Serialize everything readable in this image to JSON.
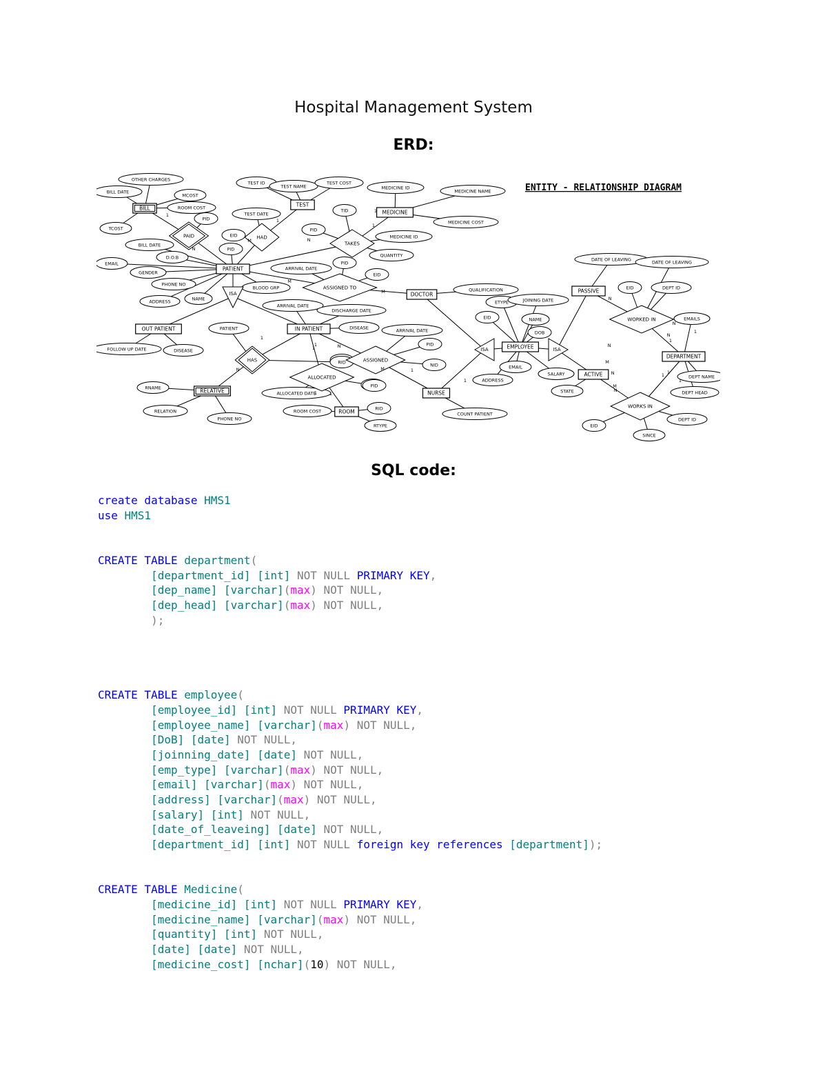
{
  "document": {
    "title": "Hospital Management System",
    "erd_heading": "ERD:",
    "sql_heading": "SQL code:"
  },
  "erd": {
    "diagram_title": "ENTITY - RELATIONSHIP DIAGRAM",
    "entities": [
      {
        "id": "bill",
        "label": "BILL",
        "weak": true
      },
      {
        "id": "test",
        "label": "TEST",
        "weak": false
      },
      {
        "id": "medicine",
        "label": "MEDICINE",
        "weak": false
      },
      {
        "id": "patient",
        "label": "PATIENT",
        "weak": false
      },
      {
        "id": "doctor",
        "label": "DOCTOR",
        "weak": false
      },
      {
        "id": "passive",
        "label": "PASSIVE",
        "weak": false
      },
      {
        "id": "outpatient",
        "label": "OUT PATIENT",
        "weak": false
      },
      {
        "id": "inpatient",
        "label": "IN PATIENT",
        "weak": false
      },
      {
        "id": "employee",
        "label": "EMPLOYEE",
        "weak": false
      },
      {
        "id": "department",
        "label": "DEPARTMENT",
        "weak": false
      },
      {
        "id": "active",
        "label": "ACTIVE",
        "weak": false
      },
      {
        "id": "relative",
        "label": "RELATIVE",
        "weak": true
      },
      {
        "id": "nurse",
        "label": "NURSE",
        "weak": false
      },
      {
        "id": "room",
        "label": "ROOM",
        "weak": false
      }
    ],
    "relationships": [
      {
        "id": "paid",
        "label": "PAID",
        "weak": true
      },
      {
        "id": "had",
        "label": "HAD",
        "weak": false
      },
      {
        "id": "takes",
        "label": "TAKES",
        "weak": false
      },
      {
        "id": "assignedto",
        "label": "ASSIGNED TO",
        "weak": false
      },
      {
        "id": "workedin",
        "label": "WORKED IN",
        "weak": false
      },
      {
        "id": "has",
        "label": "HAS",
        "weak": true
      },
      {
        "id": "assigned",
        "label": "ASSIGNED",
        "weak": false
      },
      {
        "id": "allocated",
        "label": "ALLOCATED",
        "weak": false
      },
      {
        "id": "worksin",
        "label": "WORKS IN",
        "weak": false
      }
    ],
    "isa": [
      {
        "id": "isa1",
        "label": "ISA"
      },
      {
        "id": "isa2",
        "label": "ISA"
      },
      {
        "id": "isa3",
        "label": "ISA"
      }
    ],
    "attributes": [
      {
        "id": "a_othercharges",
        "label": "OTHER CHARGES"
      },
      {
        "id": "a_billdate",
        "label": "BILL DATE"
      },
      {
        "id": "a_mcost",
        "label": "MCOST"
      },
      {
        "id": "a_roomcost",
        "label": "ROOM COST"
      },
      {
        "id": "a_pid1",
        "label": "PID"
      },
      {
        "id": "a_tcost",
        "label": "TCOST"
      },
      {
        "id": "a_billdate2",
        "label": "BILL DATE"
      },
      {
        "id": "a_testid",
        "label": "TEST ID"
      },
      {
        "id": "a_testname",
        "label": "TEST NAME"
      },
      {
        "id": "a_testcost",
        "label": "TEST COST"
      },
      {
        "id": "a_testdate",
        "label": "TEST DATE"
      },
      {
        "id": "a_medicineid",
        "label": "MEDICINE ID"
      },
      {
        "id": "a_medicinename",
        "label": "MEDICINE NAME"
      },
      {
        "id": "a_medicinecost",
        "label": "MEDICINE COST"
      },
      {
        "id": "a_pid2",
        "label": "PID"
      },
      {
        "id": "a_tid",
        "label": "TID"
      },
      {
        "id": "a_eid1",
        "label": "EID"
      },
      {
        "id": "a_pid3",
        "label": "PID"
      },
      {
        "id": "a_medicineid2",
        "label": "MEDICINE ID"
      },
      {
        "id": "a_quantity",
        "label": "QUANTITY"
      },
      {
        "id": "a_dob",
        "label": "D.O.B"
      },
      {
        "id": "a_email",
        "label": "EMAIL"
      },
      {
        "id": "a_gender",
        "label": "GENDER"
      },
      {
        "id": "a_phone",
        "label": "PHONE NO"
      },
      {
        "id": "a_address",
        "label": "ADDRESS"
      },
      {
        "id": "a_name",
        "label": "NAME"
      },
      {
        "id": "a_bloodgrp",
        "label": "BLOOD GRP"
      },
      {
        "id": "a_arrivaldate",
        "label": "ARRIVAL DATE"
      },
      {
        "id": "a_pid4",
        "label": "PID"
      },
      {
        "id": "a_eid2",
        "label": "EID"
      },
      {
        "id": "a_qualification",
        "label": "QUALIFICATION"
      },
      {
        "id": "a_dateleaving1",
        "label": "DATE OF LEAVING"
      },
      {
        "id": "a_dateleaving2",
        "label": "DATE OF LEAVING"
      },
      {
        "id": "a_eid3",
        "label": "EID"
      },
      {
        "id": "a_deptid1",
        "label": "DEPT ID"
      },
      {
        "id": "a_etype",
        "label": "ETYPE"
      },
      {
        "id": "a_joiningdate",
        "label": "JOINING DATE"
      },
      {
        "id": "a_eid4",
        "label": "EID"
      },
      {
        "id": "a_ename",
        "label": "NAME"
      },
      {
        "id": "a_edob",
        "label": "DOB"
      },
      {
        "id": "a_eemail",
        "label": "EMAIL"
      },
      {
        "id": "a_eaddress",
        "label": "ADDRESS"
      },
      {
        "id": "a_salary",
        "label": "SALARY"
      },
      {
        "id": "a_emails",
        "label": "EMAILS"
      },
      {
        "id": "a_arrivaldate2",
        "label": "ARRIVAL DATE"
      },
      {
        "id": "a_dischargedate",
        "label": "DISCHARGE DATE"
      },
      {
        "id": "a_disease1",
        "label": "DISEASE"
      },
      {
        "id": "a_patient",
        "label": "PATIENT"
      },
      {
        "id": "a_followup",
        "label": "FOLLOW UP DATE"
      },
      {
        "id": "a_disease2",
        "label": "DISEASE"
      },
      {
        "id": "a_pid5",
        "label": "PID"
      },
      {
        "id": "a_arrivaldate3",
        "label": "ARRIVAL DATE"
      },
      {
        "id": "a_pid6",
        "label": "PID"
      },
      {
        "id": "a_nid",
        "label": "NID"
      },
      {
        "id": "a_rid",
        "label": "RID"
      },
      {
        "id": "a_eid5",
        "label": "EID"
      },
      {
        "id": "a_pid7",
        "label": "PID"
      },
      {
        "id": "a_allocdate",
        "label": "ALLOCATED DATE"
      },
      {
        "id": "a_rname",
        "label": "RNAME"
      },
      {
        "id": "a_relation",
        "label": "RELATION"
      },
      {
        "id": "a_rphone",
        "label": "PHONE NO"
      },
      {
        "id": "a_roomcost2",
        "label": "ROOM COST"
      },
      {
        "id": "a_rid2",
        "label": "RID"
      },
      {
        "id": "a_rtype",
        "label": "RTYPE"
      },
      {
        "id": "a_countpatient",
        "label": "COUNT PATIENT"
      },
      {
        "id": "a_state",
        "label": "STATE"
      },
      {
        "id": "a_deptname",
        "label": "DEPT NAME"
      },
      {
        "id": "a_depthead",
        "label": "DEPT HEAD"
      },
      {
        "id": "a_eid6",
        "label": "EID"
      },
      {
        "id": "a_deptid2",
        "label": "DEPT ID"
      },
      {
        "id": "a_since",
        "label": "SINCE"
      }
    ],
    "cardinalities": [
      "1",
      "N",
      "1",
      "M",
      "1",
      "N",
      "1",
      "M",
      "M",
      "N",
      "1",
      "N",
      "1",
      "1",
      "N",
      "1",
      "N",
      "1",
      "1",
      "M",
      "1",
      "1",
      "N",
      "M",
      "N",
      "1",
      "M",
      "N",
      "1",
      "1",
      "N",
      "1"
    ]
  },
  "sql": {
    "lines": [
      [
        [
          "kw",
          "create database "
        ],
        [
          "id",
          "HMS1"
        ]
      ],
      [
        [
          "kw",
          "use "
        ],
        [
          "id",
          "HMS1"
        ]
      ],
      [],
      [],
      [
        [
          "kw",
          "CREATE TABLE "
        ],
        [
          "id",
          "department"
        ],
        [
          "op",
          "("
        ]
      ],
      [
        [
          "op",
          "        "
        ],
        [
          "id",
          "[department_id] [int]"
        ],
        [
          "op",
          " NOT NULL "
        ],
        [
          "kw",
          "PRIMARY KEY"
        ],
        [
          "op",
          ","
        ]
      ],
      [
        [
          "op",
          "        "
        ],
        [
          "id",
          "[dep_name] [varchar]"
        ],
        [
          "op",
          "("
        ],
        [
          "fn",
          "max"
        ],
        [
          "op",
          ") NOT NULL,"
        ]
      ],
      [
        [
          "op",
          "        "
        ],
        [
          "id",
          "[dep_head] [varchar]"
        ],
        [
          "op",
          "("
        ],
        [
          "fn",
          "max"
        ],
        [
          "op",
          ") NOT NULL,"
        ]
      ],
      [
        [
          "op",
          "        );"
        ]
      ],
      [],
      [],
      [],
      [],
      [
        [
          "kw",
          "CREATE TABLE "
        ],
        [
          "id",
          "employee"
        ],
        [
          "op",
          "("
        ]
      ],
      [
        [
          "op",
          "        "
        ],
        [
          "id",
          "[employee_id] [int]"
        ],
        [
          "op",
          " NOT NULL "
        ],
        [
          "kw",
          "PRIMARY KEY"
        ],
        [
          "op",
          ","
        ]
      ],
      [
        [
          "op",
          "        "
        ],
        [
          "id",
          "[employee_name] [varchar]"
        ],
        [
          "op",
          "("
        ],
        [
          "fn",
          "max"
        ],
        [
          "op",
          ") NOT NULL,"
        ]
      ],
      [
        [
          "op",
          "        "
        ],
        [
          "id",
          "[DoB] [date]"
        ],
        [
          "op",
          " NOT NULL,"
        ]
      ],
      [
        [
          "op",
          "        "
        ],
        [
          "id",
          "[joinning_date] [date]"
        ],
        [
          "op",
          " NOT NULL,"
        ]
      ],
      [
        [
          "op",
          "        "
        ],
        [
          "id",
          "[emp_type] [varchar]"
        ],
        [
          "op",
          "("
        ],
        [
          "fn",
          "max"
        ],
        [
          "op",
          ") NOT NULL,"
        ]
      ],
      [
        [
          "op",
          "        "
        ],
        [
          "id",
          "[email] [varchar]"
        ],
        [
          "op",
          "("
        ],
        [
          "fn",
          "max"
        ],
        [
          "op",
          ") NOT NULL,"
        ]
      ],
      [
        [
          "op",
          "        "
        ],
        [
          "id",
          "[address] [varchar]"
        ],
        [
          "op",
          "("
        ],
        [
          "fn",
          "max"
        ],
        [
          "op",
          ") NOT NULL,"
        ]
      ],
      [
        [
          "op",
          "        "
        ],
        [
          "id",
          "[salary] [int]"
        ],
        [
          "op",
          " NOT NULL,"
        ]
      ],
      [
        [
          "op",
          "        "
        ],
        [
          "id",
          "[date_of_leaveing] [date]"
        ],
        [
          "op",
          " NOT NULL,"
        ]
      ],
      [
        [
          "op",
          "        "
        ],
        [
          "id",
          "[department_id] [int]"
        ],
        [
          "op",
          " NOT NULL "
        ],
        [
          "kw",
          "foreign key references "
        ],
        [
          "id",
          "[department]"
        ],
        [
          "op",
          ");"
        ]
      ],
      [],
      [],
      [
        [
          "kw",
          "CREATE TABLE "
        ],
        [
          "id",
          "Medicine"
        ],
        [
          "op",
          "("
        ]
      ],
      [
        [
          "op",
          "        "
        ],
        [
          "id",
          "[medicine_id] [int]"
        ],
        [
          "op",
          " NOT NULL "
        ],
        [
          "kw",
          "PRIMARY KEY"
        ],
        [
          "op",
          ","
        ]
      ],
      [
        [
          "op",
          "        "
        ],
        [
          "id",
          "[medicine_name] [varchar]"
        ],
        [
          "op",
          "("
        ],
        [
          "fn",
          "max"
        ],
        [
          "op",
          ") NOT NULL,"
        ]
      ],
      [
        [
          "op",
          "        "
        ],
        [
          "id",
          "[quantity] [int]"
        ],
        [
          "op",
          " NOT NULL,"
        ]
      ],
      [
        [
          "op",
          "        "
        ],
        [
          "id",
          "[date] [date]"
        ],
        [
          "op",
          " NOT NULL,"
        ]
      ],
      [
        [
          "op",
          "        "
        ],
        [
          "id",
          "[medicine_cost] [nchar]"
        ],
        [
          "op",
          "("
        ],
        [
          "num",
          "10"
        ],
        [
          "op",
          ") NOT NULL,"
        ]
      ]
    ]
  }
}
